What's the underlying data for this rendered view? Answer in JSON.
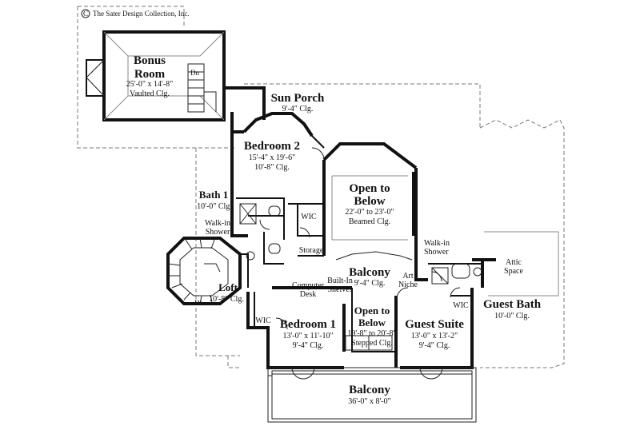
{
  "copyright": "The Sater Design Collection, Inc.",
  "copyright_symbol": "C",
  "rooms": {
    "bonus_room": {
      "name_line1": "Bonus",
      "name_line2": "Room",
      "dims": "25'-0\" x 14'-8\"",
      "ceiling": "Vaulted Clg.",
      "stair": "Dn"
    },
    "sun_porch": {
      "name": "Sun Porch",
      "ceiling": "9'-4\" Clg."
    },
    "bedroom2": {
      "name": "Bedroom 2",
      "dims": "15'-4\" x 19'-6\"",
      "ceiling": "10'-8\" Clg."
    },
    "open_above": {
      "name_line1": "Open to",
      "name_line2": "Below",
      "dims": "22'-0\" to 23'-0\"",
      "ceiling": "Beamed Clg."
    },
    "bath1": {
      "name": "Bath 1",
      "ceiling": "10'-0\" Clg.",
      "shower_line1": "Walk-in",
      "shower_line2": "Shower"
    },
    "wic_upper": {
      "name": "WIC"
    },
    "storage": {
      "name": "Storage"
    },
    "balcony_mid": {
      "name": "Balcony",
      "ceiling": "9'-4\" Clg."
    },
    "walkin_shower_right": {
      "line1": "Walk-in",
      "line2": "Shower"
    },
    "art_niche": {
      "line1": "Art",
      "line2": "Niche"
    },
    "attic": {
      "line1": "Attic",
      "line2": "Space"
    },
    "loft": {
      "name": "Loft",
      "ceiling": "10'-8\" Clg.",
      "stair": "Dn"
    },
    "computer_desk": {
      "line1": "Computer",
      "line2": "Desk"
    },
    "built_in": {
      "line1": "Built-In",
      "line2": "Shelves"
    },
    "wic_left": {
      "name": "WIC"
    },
    "bedroom1": {
      "name": "Bedroom 1",
      "dims": "13'-0\" x 11'-10\"",
      "ceiling": "9'-4\" Clg."
    },
    "open_below_small": {
      "name_line1": "Open to",
      "name_line2": "Below",
      "dims": "19'-8\" to 20'-8\"",
      "ceiling": "Stepped Clg."
    },
    "guest_suite": {
      "name": "Guest Suite",
      "dims": "13'-0\" x 13'-2\"",
      "ceiling": "9'-4\" Clg."
    },
    "wic_guest": {
      "name": "WIC"
    },
    "guest_bath": {
      "name": "Guest Bath",
      "ceiling": "10'-0\" Clg."
    },
    "balcony_bottom": {
      "name": "Balcony",
      "dims": "36'-0\" x 8'-0\""
    }
  }
}
